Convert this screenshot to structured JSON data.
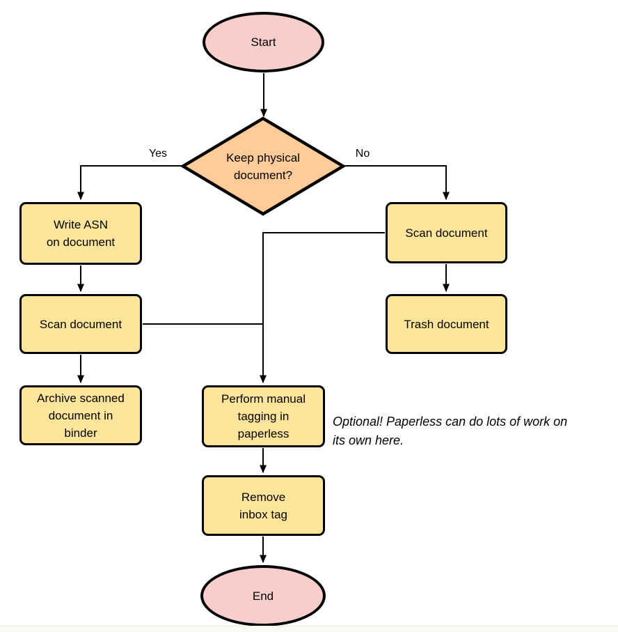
{
  "colors": {
    "terminal_fill": "#F8CECC",
    "decision_fill": "#FFCC99",
    "process_fill": "#FFE599",
    "stroke": "#000000",
    "background": "#FFFFFF"
  },
  "nodes": {
    "start": {
      "label": "Start",
      "shape": "ellipse"
    },
    "decision": {
      "label": "Keep physical\ndocument?",
      "shape": "diamond"
    },
    "write_asn": {
      "label": "Write ASN\non document",
      "shape": "rounded-rect"
    },
    "scan_left": {
      "label": "Scan document",
      "shape": "rounded-rect"
    },
    "archive": {
      "label": "Archive scanned\ndocument in\nbinder",
      "shape": "rounded-rect"
    },
    "scan_right": {
      "label": "Scan document",
      "shape": "rounded-rect"
    },
    "trash": {
      "label": "Trash document",
      "shape": "rounded-rect"
    },
    "tagging": {
      "label": "Perform manual\ntagging in\npaperless",
      "shape": "rounded-rect"
    },
    "remove_inbox": {
      "label": "Remove\ninbox tag",
      "shape": "rounded-rect"
    },
    "end": {
      "label": "End",
      "shape": "ellipse"
    }
  },
  "edge_labels": {
    "yes": "Yes",
    "no": "No"
  },
  "note": {
    "text": "Optional! Paperless can do lots of work on\nits own here."
  }
}
